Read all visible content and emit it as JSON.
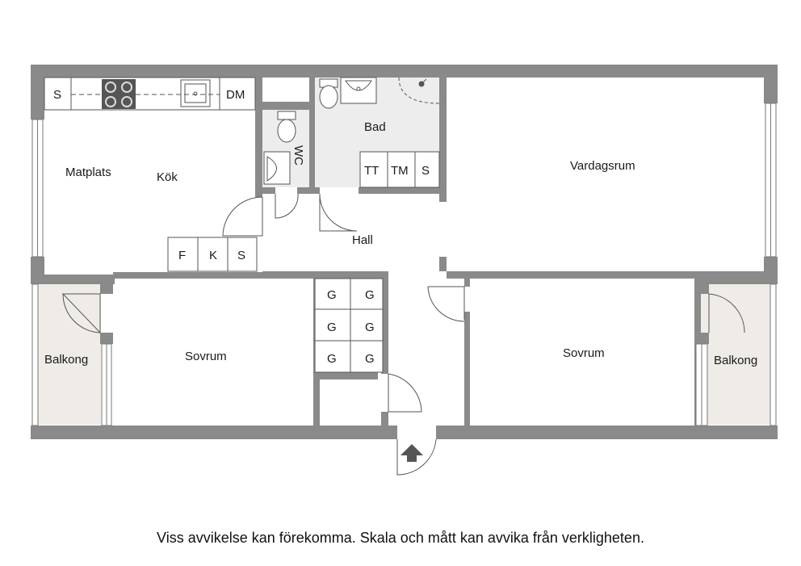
{
  "rooms": {
    "matplats": "Matplats",
    "kok": "Kök",
    "wc": "WC",
    "bad": "Bad",
    "vardagsrum": "Vardagsrum",
    "hall": "Hall",
    "sovrum_left": "Sovrum",
    "sovrum_right": "Sovrum",
    "balkong_left": "Balkong",
    "balkong_right": "Balkong"
  },
  "kitchen_fixtures": {
    "stove_side_cabinet": "S",
    "dishwasher": "DM",
    "fridge": "F",
    "freezer": "K",
    "pantry": "S"
  },
  "bathroom_fixtures": {
    "dryer": "TT",
    "washer": "TM",
    "cabinet": "S"
  },
  "closets": [
    "G",
    "G",
    "G",
    "G",
    "G",
    "G"
  ],
  "disclaimer": "Viss avvikelse kan förekomma. Skala och mått kan avvika från verkligheten.",
  "colors": {
    "wall": "#8a8a8a",
    "balcony_floor": "#efebe6",
    "wet_room_floor": "#ededed",
    "line": "#555555"
  }
}
